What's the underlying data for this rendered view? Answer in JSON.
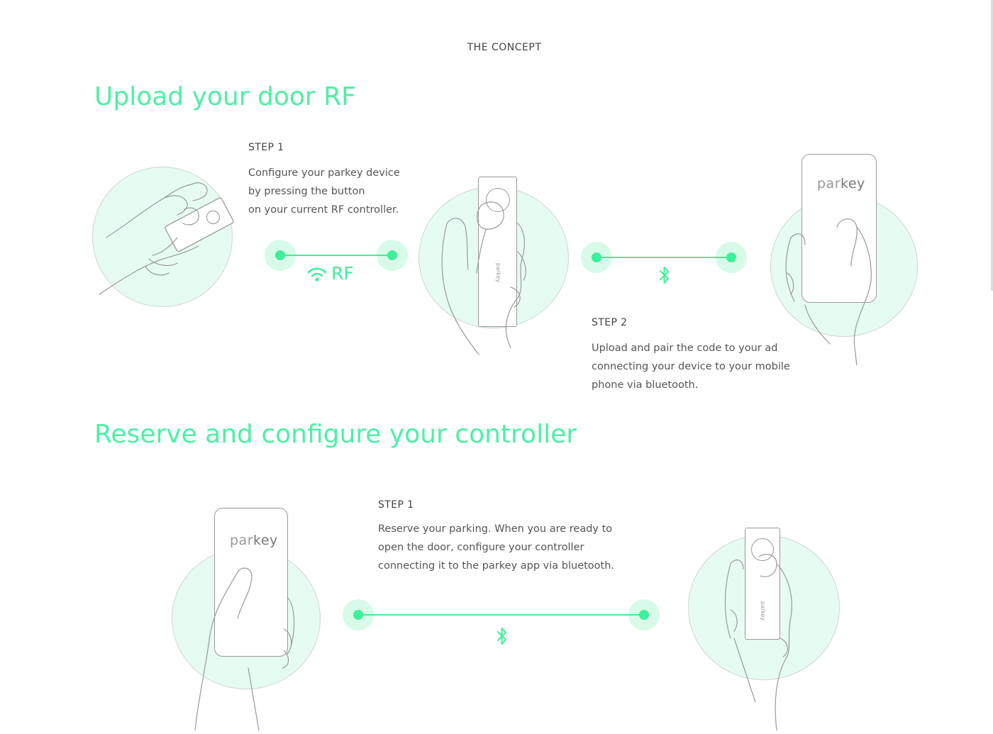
{
  "header": {
    "kicker": "THE CONCEPT"
  },
  "section1": {
    "title": "Upload your door RF",
    "step1": {
      "label": "STEP 1",
      "lines": [
        "Configure your parkey device",
        "by pressing the button",
        "on your current RF controller."
      ]
    },
    "rf_label": "RF",
    "step2": {
      "label": "STEP 2",
      "lines": [
        "Upload and pair the code to your ad",
        "connecting your device to your mobile",
        "phone via bluetooth."
      ]
    }
  },
  "section2": {
    "title": "Reserve and configure your controller",
    "step1": {
      "label": "STEP 1",
      "lines": [
        "Reserve your parking. When you are ready to",
        "open the door, configure your controller",
        "connecting it to the parkey app via bluetooth."
      ]
    }
  },
  "brand": {
    "logo_part1": "par",
    "logo_part2": "key",
    "device_text": "parkey"
  },
  "icons": [
    "wifi-icon",
    "bluetooth-icon"
  ],
  "colors": {
    "accent": "#4fefa6",
    "line": "#3ef09a",
    "halo": "#d8fbe9",
    "circle_fill": "#e6fcf2",
    "sketch": "#999999"
  }
}
